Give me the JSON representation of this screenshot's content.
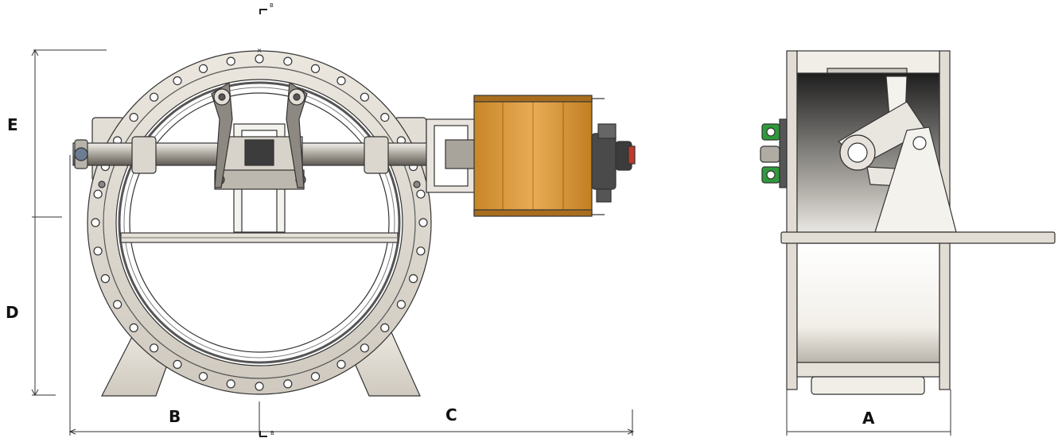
{
  "dimensions": {
    "a": "A",
    "b": "B",
    "c": "C",
    "d": "D",
    "e": "E"
  },
  "section_marker": {
    "letter": "B"
  },
  "colors": {
    "steel": "#ddd8cf",
    "steel_dark": "#9a958c",
    "outline": "#333333",
    "actuator": "#d79a3c",
    "actuator_dark": "#a86d1e",
    "green_fitting": "#2f9a3c",
    "interior_dark": "#3a3a3a"
  }
}
